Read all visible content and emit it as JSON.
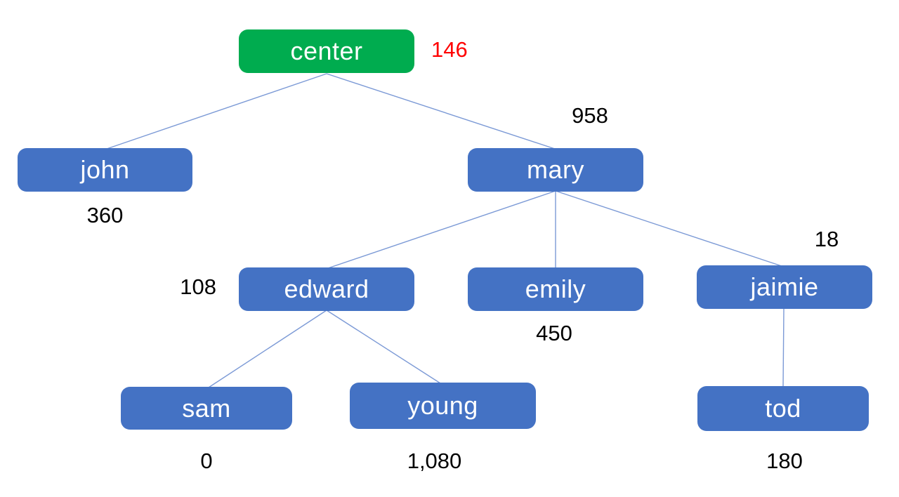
{
  "diagram": {
    "type": "tree",
    "nodes": {
      "center": {
        "label": "center",
        "value": "146"
      },
      "john": {
        "label": "john",
        "value": "360"
      },
      "mary": {
        "label": "mary",
        "value": "958"
      },
      "edward": {
        "label": "edward",
        "value": "108"
      },
      "emily": {
        "label": "emily",
        "value": "450"
      },
      "jaimie": {
        "label": "jaimie",
        "value": "18"
      },
      "sam": {
        "label": "sam",
        "value": "0"
      },
      "young": {
        "label": "young",
        "value": "1,080"
      },
      "tod": {
        "label": "tod",
        "value": "180"
      }
    },
    "edges": [
      {
        "from": "center",
        "to": "john"
      },
      {
        "from": "center",
        "to": "mary"
      },
      {
        "from": "mary",
        "to": "edward"
      },
      {
        "from": "mary",
        "to": "emily"
      },
      {
        "from": "mary",
        "to": "jaimie"
      },
      {
        "from": "edward",
        "to": "sam"
      },
      {
        "from": "edward",
        "to": "young"
      },
      {
        "from": "jaimie",
        "to": "tod"
      }
    ],
    "colors": {
      "root_fill": "#00AC4F",
      "node_fill": "#4472C4",
      "node_text": "#FFFFFF",
      "connector": "#7C9AD6",
      "value_text": "#000000",
      "root_value_text": "#FF0000"
    }
  }
}
